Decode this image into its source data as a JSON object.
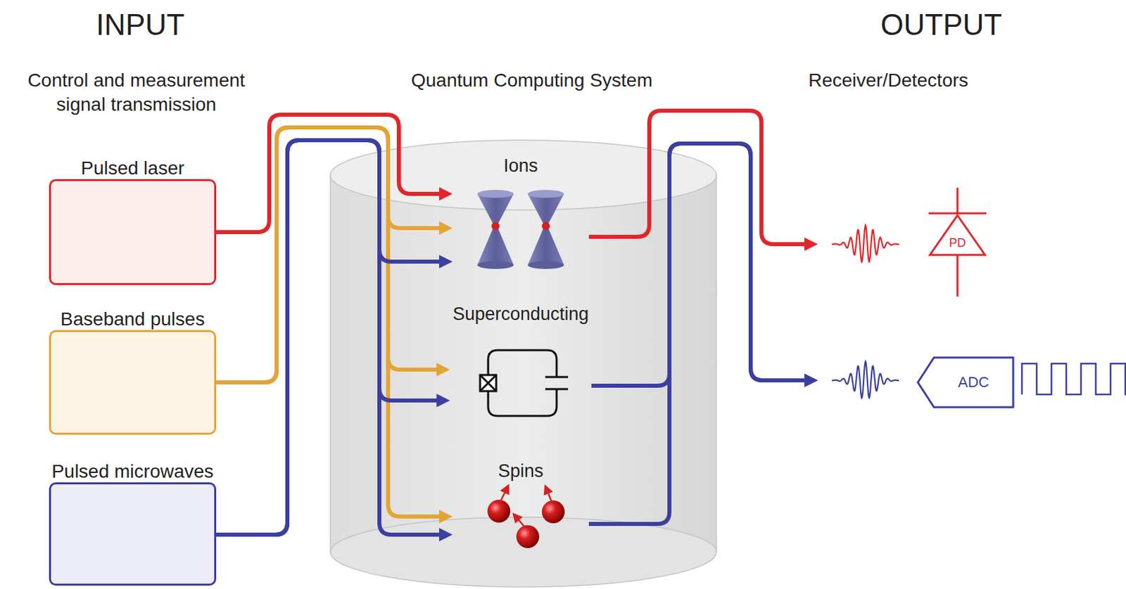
{
  "diagram": {
    "nodes": [
      {
        "text": [
          "Pulsed laser"
        ]
      },
      {
        "text": [
          "Baseband pulses"
        ]
      },
      {
        "text": [
          "Pulsed microwaves"
        ]
      },
      {
        "text": [
          "Ions"
        ]
      },
      {
        "text": [
          "Superconducting"
        ]
      },
      {
        "text": [
          "Spins"
        ]
      },
      {
        "text": [
          "PD"
        ]
      },
      {
        "text": [
          "ADC"
        ]
      }
    ],
    "edges": [
      {
        "from": 0,
        "to": 3,
        "arrow": "to"
      },
      {
        "from": 1,
        "to": 3,
        "arrow": "to"
      },
      {
        "from": 1,
        "to": 4,
        "arrow": "to"
      },
      {
        "from": 1,
        "to": 5,
        "arrow": "to"
      },
      {
        "from": 2,
        "to": 3,
        "arrow": "to"
      },
      {
        "from": 2,
        "to": 4,
        "arrow": "to"
      },
      {
        "from": 2,
        "to": 5,
        "arrow": "to"
      },
      {
        "from": 3,
        "to": 6,
        "arrow": "to"
      },
      {
        "from": 4,
        "to": 7,
        "arrow": "to"
      },
      {
        "from": 5,
        "to": 7,
        "arrow": "to"
      }
    ],
    "labels": [
      "INPUT",
      "OUTPUT",
      "Control and measurement signal transmission",
      "Quantum Computing System",
      "Receiver/Detectors"
    ]
  }
}
